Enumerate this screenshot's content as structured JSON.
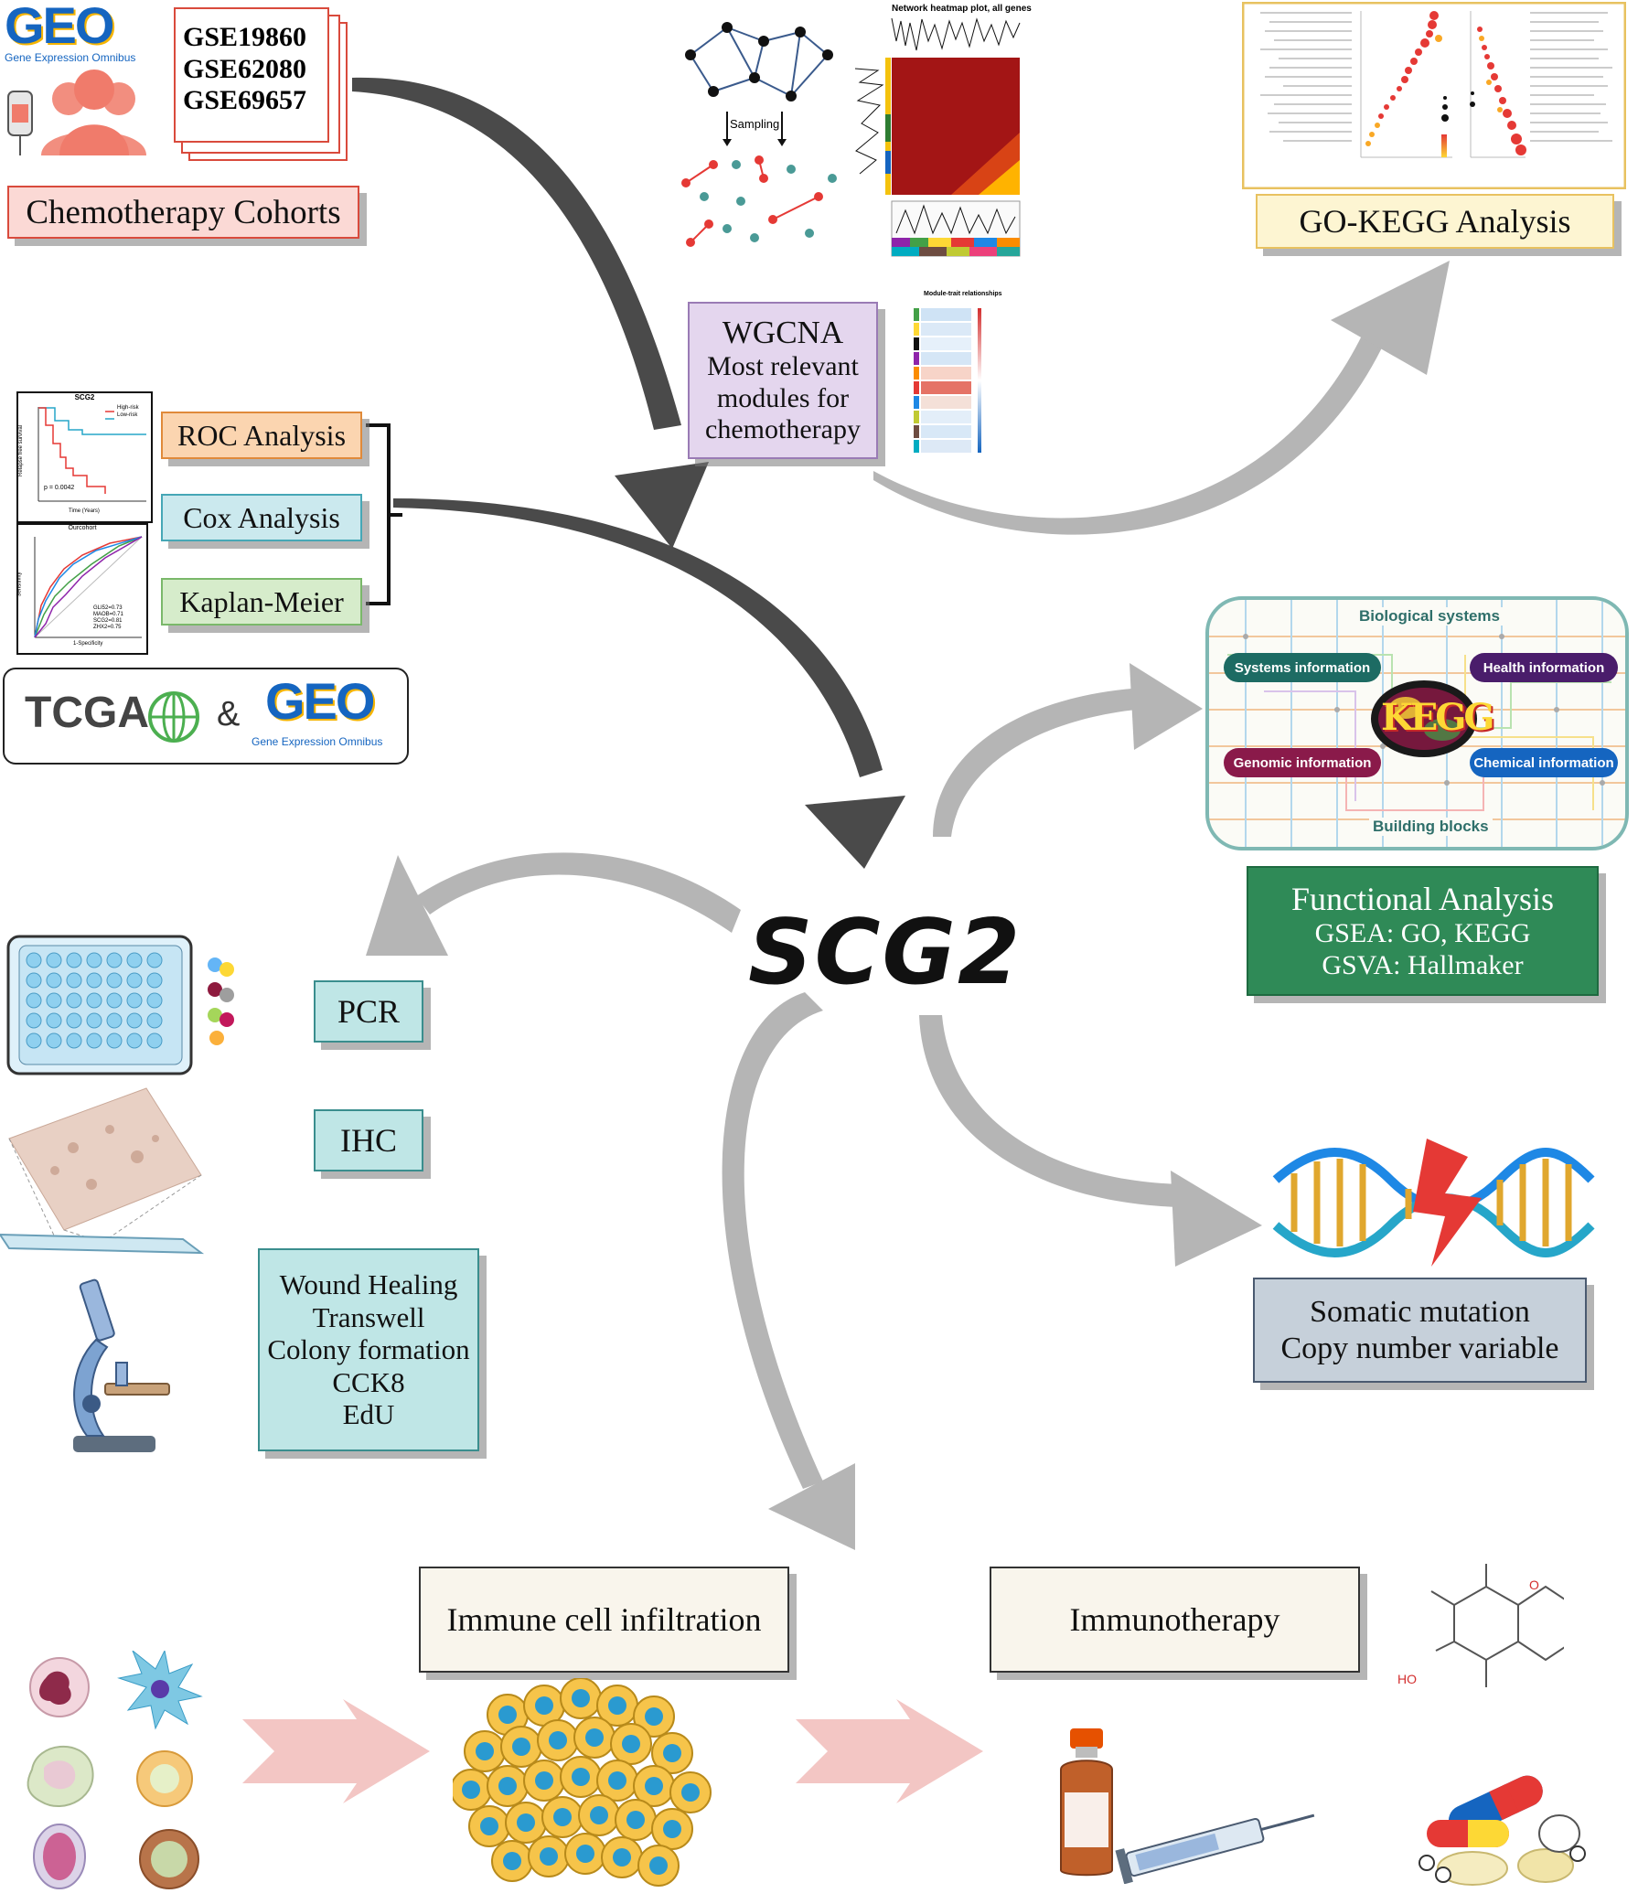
{
  "center": {
    "gene": "SCG2"
  },
  "logos": {
    "geo_main": "GEO",
    "geo_sub": "Gene Expression Omnibus",
    "tcga": "TCGA",
    "amp": "&"
  },
  "cohorts": {
    "ids": [
      "GSE19860",
      "GSE62080",
      "GSE69657"
    ],
    "label": "Chemotherapy Cohorts"
  },
  "wgcna": {
    "title": "WGCNA",
    "lines": [
      "Most relevant",
      "modules for",
      "chemotherapy"
    ],
    "sampling_label": "Sampling",
    "heatmap_title": "Network heatmap plot, all genes",
    "module_title": "Module-trait relationships"
  },
  "go_kegg": {
    "label": "GO-KEGG Analysis"
  },
  "survival_tools": {
    "roc": "ROC Analysis",
    "cox": "Cox Analysis",
    "km": "Kaplan-Meier"
  },
  "km_plot": {
    "title": "SCG2",
    "ylabel": "Relapse free survival",
    "xlabel": "Time (Years)",
    "legend": [
      "High-risk",
      "Low-risk"
    ],
    "pvalue": "p = 0.0042"
  },
  "roc_plot": {
    "title": "Ourcohort",
    "xlabel": "1-Specificity",
    "ylabel": "Sensitivity",
    "legend": [
      "GLI52=0.73",
      "MAOB=0.71",
      "SCG2=0.81",
      "ZHX2=0.75"
    ]
  },
  "kegg_panel": {
    "top": "Biological systems",
    "bottom": "Building blocks",
    "systems": "Systems information",
    "health": "Health information",
    "genomic": "Genomic information",
    "chemical": "Chemical information",
    "center": "KEGG"
  },
  "functional": {
    "title": "Functional Analysis",
    "lines": [
      "GSEA: GO, KEGG",
      "GSVA: Hallmaker"
    ]
  },
  "experiments": {
    "pcr": "PCR",
    "ihc": "IHC",
    "assays": [
      "Wound Healing",
      "Transwell",
      "Colony formation",
      "CCK8",
      "EdU"
    ]
  },
  "mutation": {
    "lines": [
      "Somatic mutation",
      "Copy number variable"
    ]
  },
  "immune": {
    "label": "Immune cell infiltration"
  },
  "immunotherapy": {
    "label": "Immunotherapy"
  },
  "molecule": {
    "ho": "HO",
    "o": "O"
  },
  "colors": {
    "dark_arrow": "#4a4a4a",
    "light_arrow": "#b5b5b5",
    "pink_arrow": "#f3c6c4",
    "cohort_fill": "#fbd9d5",
    "cohort_border": "#d94a3c",
    "roc_fill": "#fbd5b0",
    "cox_fill": "#cbe9ee",
    "km_fill": "#d6eccb",
    "wgcna_fill": "#e4d6ee",
    "gokegg_fill": "#fdf5d2",
    "functional_fill": "#2f8a57",
    "experiment_fill": "#bfe6e6",
    "mutation_fill": "#c6d0da",
    "immune_fill": "#f9f5ec"
  }
}
